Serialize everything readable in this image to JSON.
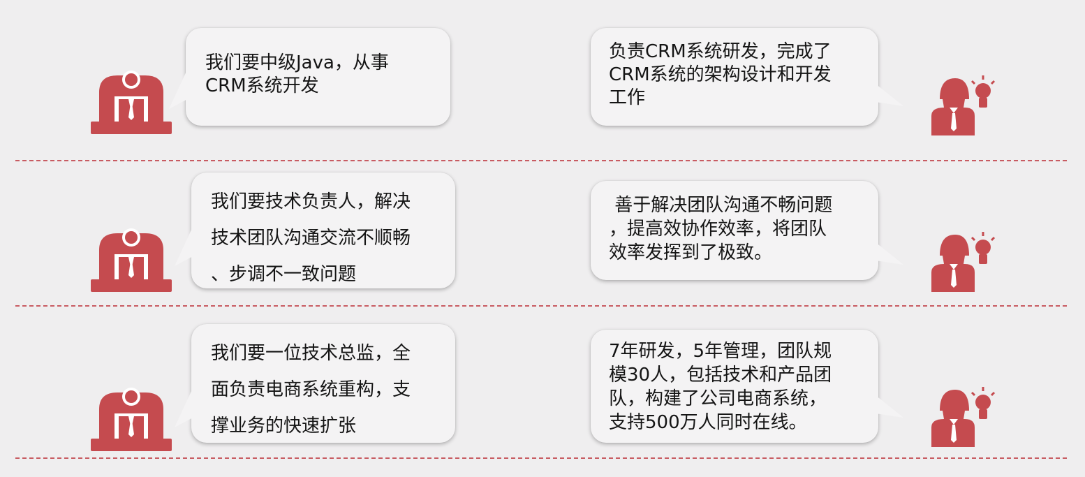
{
  "theme": {
    "accent": "#c54b4f",
    "background": "#efeeef",
    "bubble": "#f4f3f4",
    "divider": "#c85b62"
  },
  "icons": {
    "interviewer": "interviewer-at-desk-icon",
    "candidate": "person-with-lightbulb-icon"
  },
  "rows": [
    {
      "requirement": "我们要中级Java，从事\nCRM系统开发",
      "response": "负责CRM系统研发，完成了\nCRM系统的架构设计和开发\n工作"
    },
    {
      "requirement": "我们要技术负责人，解决\n技术团队沟通交流不顺畅\n、步调不一致问题",
      "response": " 善于解决团队沟通不畅问题\n，提高效协作效率，将团队\n效率发挥到了极致。"
    },
    {
      "requirement": "我们要一位技术总监，全\n面负责电商系统重构，支\n撑业务的快速扩张",
      "response": "7年研发，5年管理，团队规\n模30人，包括技术和产品团\n队，构建了公司电商系统，\n支持500万人同时在线。"
    }
  ]
}
